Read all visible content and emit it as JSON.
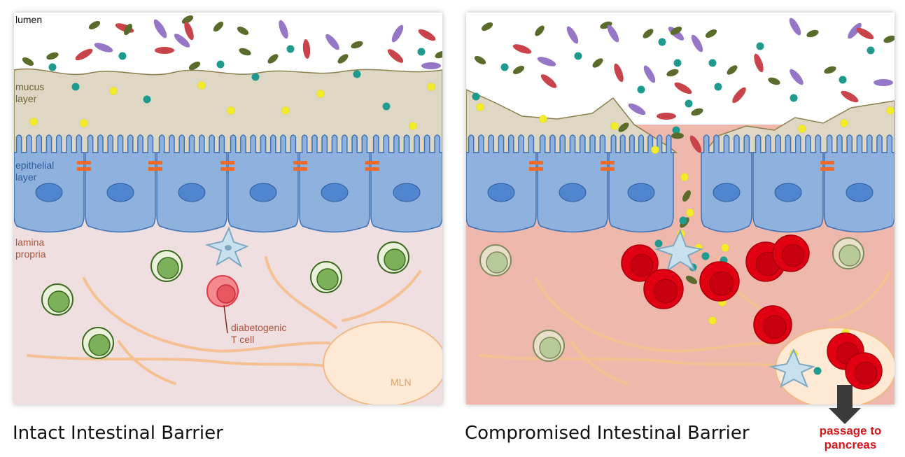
{
  "left_panel": {
    "labels": {
      "lumen": "lumen",
      "mucus": "mucus\nlayer",
      "epithelial": "epithelial\nlayer",
      "lamina": "lamina\npropria",
      "tcell": "diabetogenic\nT cell",
      "mln": "MLN"
    },
    "caption": "Intact Intestinal Barrier"
  },
  "right_panel": {
    "caption": "Compromised Intestinal Barrier",
    "passage_label": "passage to\npancreas"
  },
  "colors": {
    "mucus": "#ddd7c3",
    "epithelium": "#8eb1de",
    "lamina_intact": "#f0dfe1",
    "lamina_compromised": "#efb8ad",
    "tight_junction": "#f06b2a",
    "t_cell": "#e00012",
    "passage_text": "#d21a1a"
  }
}
